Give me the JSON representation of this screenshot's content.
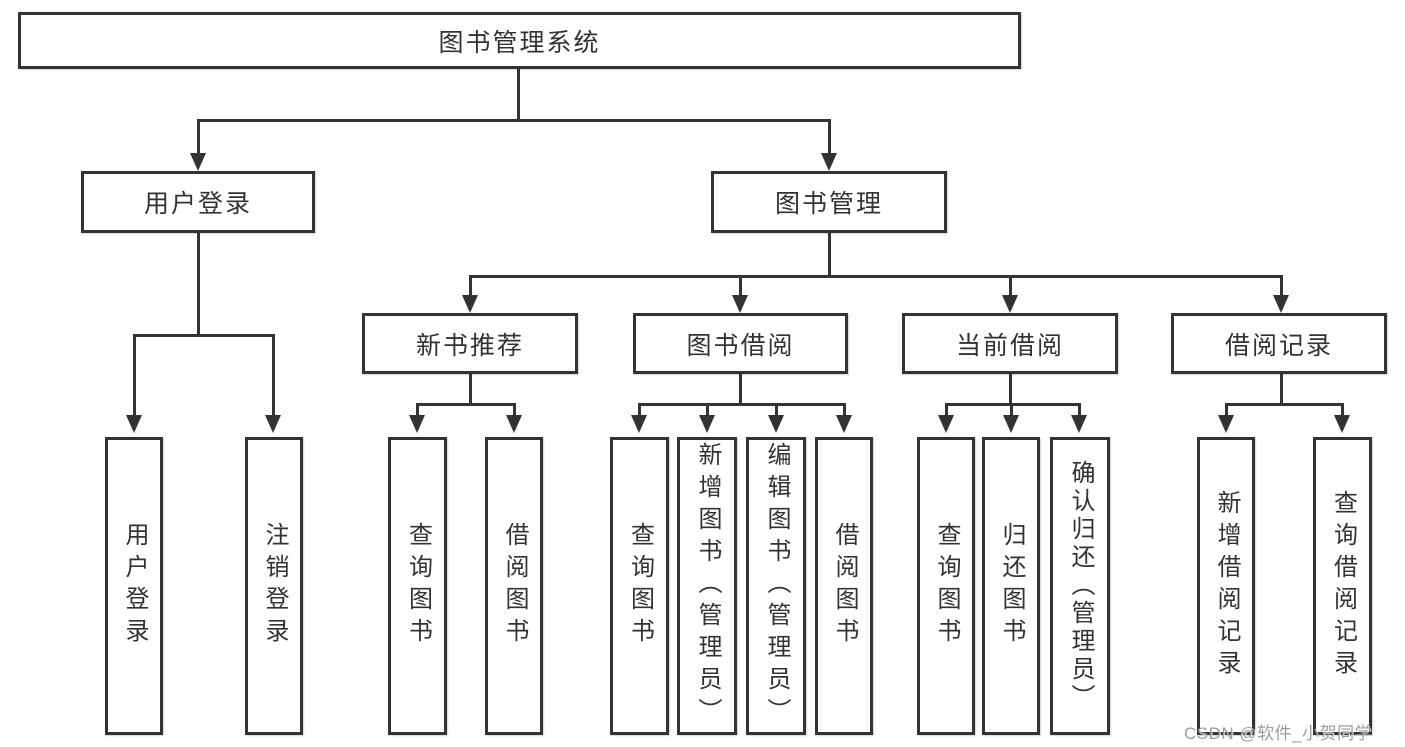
{
  "diagram_type": "hierarchy-tree",
  "colors": {
    "line": "#333333",
    "box_border": "#333333",
    "box_fill": "#ffffff",
    "text": "#333333",
    "watermark": "#9c9c9c",
    "background": "#ffffff"
  },
  "tree": {
    "label": "图书管理系统",
    "children": [
      {
        "label": "用户登录",
        "children": [
          {
            "label": "用户登录"
          },
          {
            "label": "注销登录"
          }
        ]
      },
      {
        "label": "图书管理",
        "children": [
          {
            "label": "新书推荐",
            "children": [
              {
                "label": "查询图书"
              },
              {
                "label": "借阅图书"
              }
            ]
          },
          {
            "label": "图书借阅",
            "children": [
              {
                "label": "查询图书"
              },
              {
                "label": "新增图书（管理员）"
              },
              {
                "label": "编辑图书（管理员）"
              },
              {
                "label": "借阅图书"
              }
            ]
          },
          {
            "label": "当前借阅",
            "children": [
              {
                "label": "查询图书"
              },
              {
                "label": "归还图书"
              },
              {
                "label": "确认归还（管理员）"
              }
            ]
          },
          {
            "label": "借阅记录",
            "children": [
              {
                "label": "新增借阅记录"
              },
              {
                "label": "查询借阅记录"
              }
            ]
          }
        ]
      }
    ]
  },
  "watermark": {
    "text": "CSDN @软件_小贺同学"
  }
}
